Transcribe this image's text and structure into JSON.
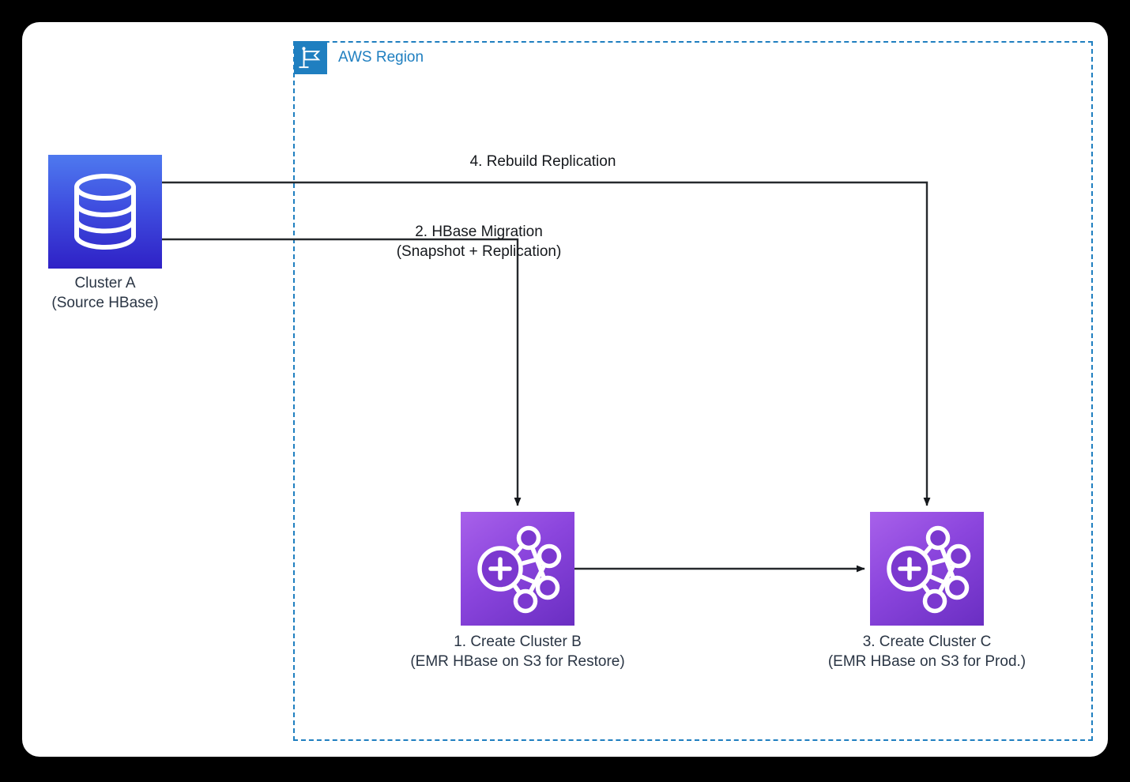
{
  "canvas": {
    "background": "#000000",
    "surface": "#ffffff"
  },
  "region": {
    "label": "AWS Region",
    "icon": "aws-region-flag-icon",
    "color": "#1f7fc0",
    "border_style": "dashed"
  },
  "nodes": [
    {
      "id": "cluster-a",
      "icon": "database-icon",
      "label": "Cluster A\n(Source HBase)",
      "color_top": "#4e79ef",
      "color_bottom": "#2f21c6"
    },
    {
      "id": "cluster-b",
      "icon": "emr-cluster-icon",
      "label": "1. Create Cluster B\n(EMR HBase on S3 for Restore)",
      "color_top": "#a861ea",
      "color_bottom": "#6a2ec2"
    },
    {
      "id": "cluster-c",
      "icon": "emr-cluster-icon",
      "label": "3. Create Cluster C\n(EMR HBase on S3 for Prod.)",
      "color_top": "#a861ea",
      "color_bottom": "#6a2ec2"
    }
  ],
  "edges": [
    {
      "id": "rebuild-replication",
      "label": "4. Rebuild Replication",
      "from": "cluster-a",
      "to": "cluster-c"
    },
    {
      "id": "hbase-migration",
      "label": "2. HBase Migration\n(Snapshot + Replication)",
      "from": "cluster-a",
      "to": "cluster-b"
    },
    {
      "id": "b-to-c",
      "label": "",
      "from": "cluster-b",
      "to": "cluster-c"
    }
  ],
  "line_color": "#26292d"
}
